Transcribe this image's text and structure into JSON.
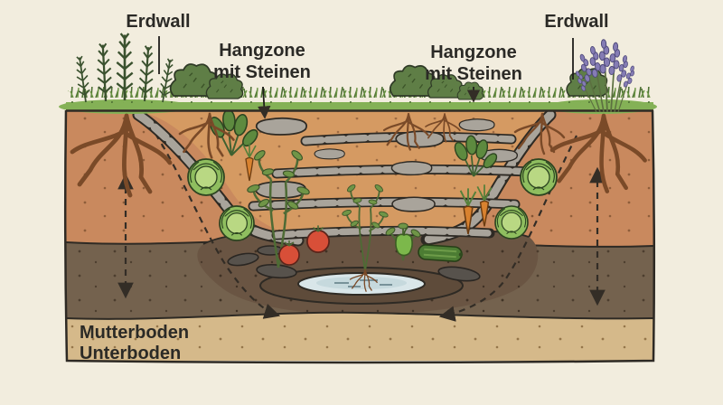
{
  "page": {
    "background_color": "#f2edde"
  },
  "labels": {
    "erdwall_left": "Erdwall",
    "erdwall_right": "Erdwall",
    "hangzone_left_line1": "Hangzone",
    "hangzone_left_line2": "mit Steinen",
    "hangzone_right_line1": "Hangzone",
    "hangzone_right_line2": "mit Steinen",
    "mutterboden": "Mutterboden",
    "unterboden": "Unterboden"
  },
  "colors": {
    "background": "#f2edde",
    "topsoil_terracotta": "#c9895e",
    "crater_inner_wall": "#d59a62",
    "dark_soil_band": "#74624e",
    "planting_zone": "#6a5543",
    "subsoil_sand": "#d5b98a",
    "grass": "#84b156",
    "grass_dark": "#4e7134",
    "stone": "#a9a49b",
    "stone_dark": "#57524c",
    "outline": "#2e2a24",
    "water": "#d9e6e9",
    "tomato_red": "#d84f38",
    "lettuce_green": "#8fbe5f",
    "carrot_orange": "#d9822f",
    "lavender_purple": "#857cb4",
    "root_brown": "#7a4a28",
    "label_text": "#2b2a26"
  },
  "illustration": {
    "type": "crater-garden cross-section",
    "elements": [
      "earth wall with rosemary (left)",
      "earth wall with lavender (right)",
      "thyme shrubs on surface",
      "grass surface strip",
      "slope zone terraced with stones",
      "stepping stone slabs",
      "lettuce heads on slopes",
      "leafy greens and carrots",
      "two tomato plants with red fruits",
      "green bell pepper",
      "zucchini",
      "water pond at crater bottom",
      "root systems under plants",
      "dashed water-movement arrows",
      "topsoil layer (Mutterboden)",
      "subsoil layer (Unterboden)"
    ]
  }
}
